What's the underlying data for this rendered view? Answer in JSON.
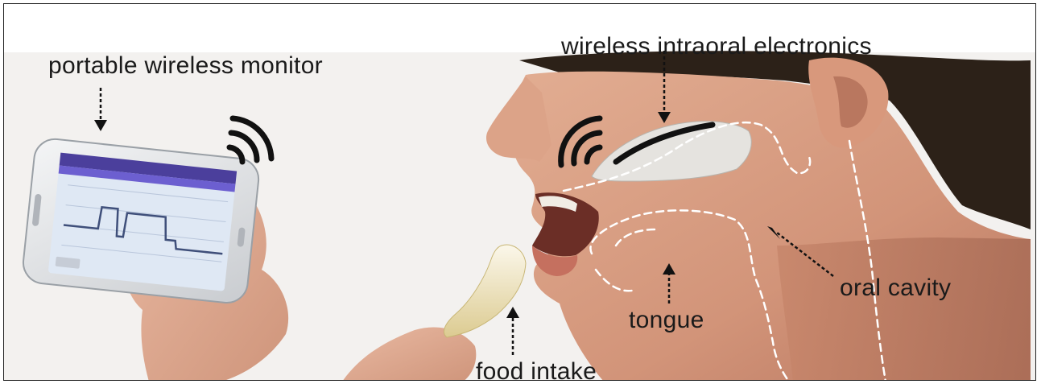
{
  "labels": {
    "portable_monitor": "portable  wireless monitor",
    "intraoral_electronics": "wireless intraoral electronics",
    "oral_cavity": "oral cavity",
    "tongue": "tongue",
    "food_intake": "food intake"
  },
  "colors": {
    "skin": "#d9a184",
    "skin_shadow": "#b7765d",
    "hair": "#2c2118",
    "phone_body": "#e7e8ea",
    "screen": "#dfe8f4",
    "screen_header": "#4b3f9c",
    "trace": "#3f4f7a",
    "device": "#e5e3df",
    "background": "#ffffff"
  },
  "icons": [
    "wireless-signal-icon",
    "arrow-down-icon",
    "arrow-up-icon",
    "arrow-diagonal-icon"
  ]
}
